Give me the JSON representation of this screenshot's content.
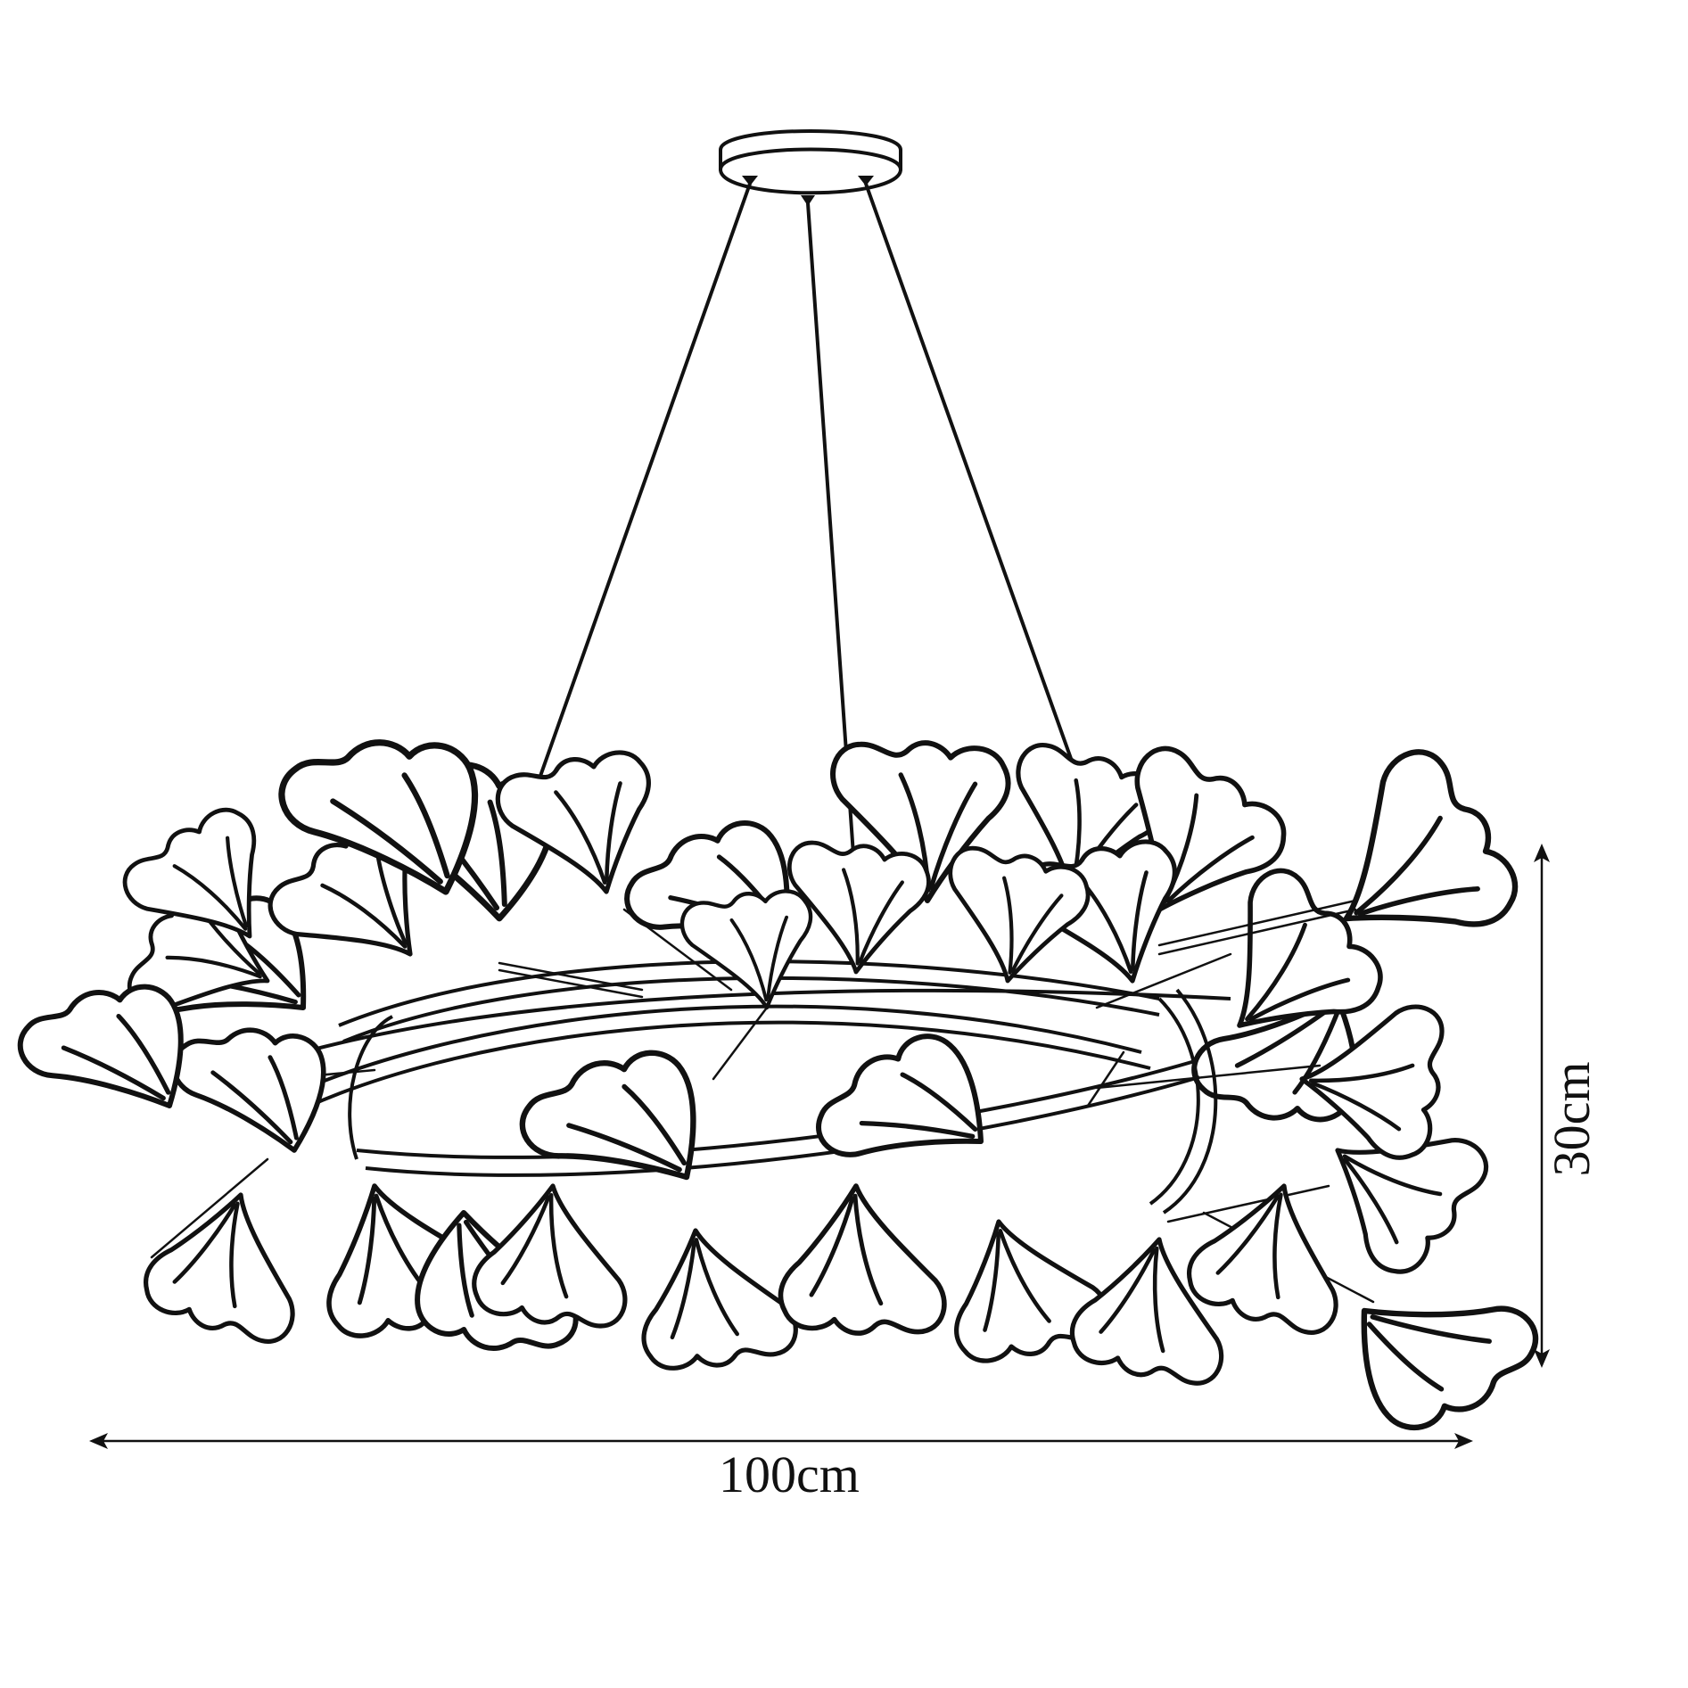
{
  "diagram": {
    "subject": "Ginkgo leaf ring pendant chandelier",
    "style": "black line drawing on white background",
    "background_color": "#ffffff",
    "line_color": "#111111"
  },
  "components": {
    "canopy": {
      "label": "ceiling canopy",
      "suspension_cables": 3
    },
    "body": {
      "label": "ring of ginkgo leaves with intertwined arcs"
    }
  },
  "dimensions": {
    "width": {
      "value": 100,
      "unit": "cm",
      "label": "100cm",
      "orientation": "horizontal"
    },
    "height": {
      "value": 30,
      "unit": "cm",
      "label": "30cm",
      "orientation": "vertical"
    }
  }
}
